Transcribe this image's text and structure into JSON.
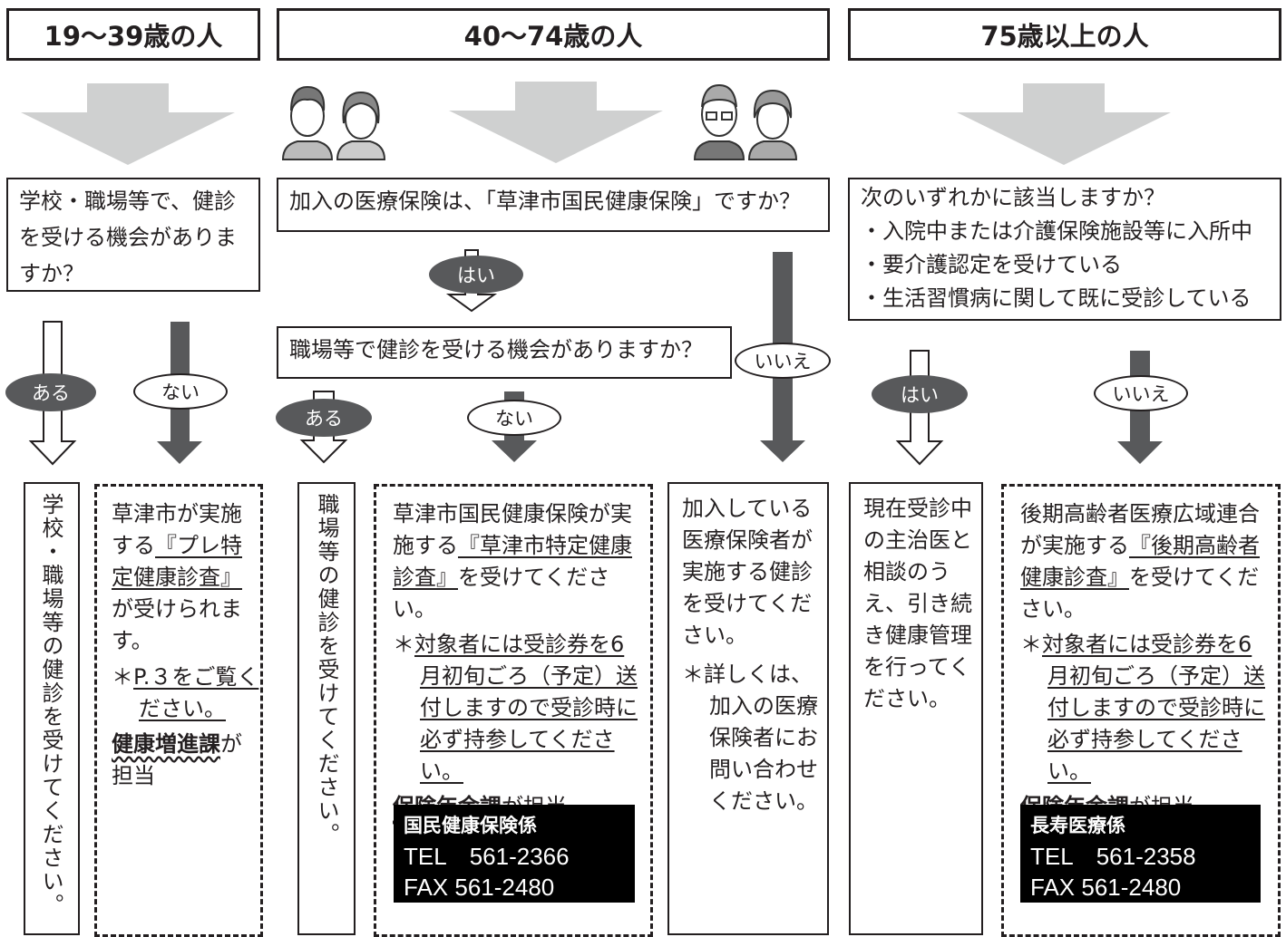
{
  "headers": {
    "young": "19〜39歳の人",
    "middle": "40〜74歳の人",
    "old": "75歳以上の人"
  },
  "questions": {
    "young": "学校・職場等で、健診を受ける機会がありますか？",
    "middle_1": "加入の医療保険は、「草津市国民健康保険」ですか？",
    "middle_2": "職場等で健診を受ける機会がありますか？",
    "old_title": "次のいずれかに該当しますか？",
    "old_items": [
      "・入院中または介護保険施設等に入所中",
      "・要介護認定を受けている",
      "・生活習慣病に関して既に受診している"
    ]
  },
  "answers": {
    "aru": "ある",
    "nai": "ない",
    "hai": "はい",
    "iie": "いいえ"
  },
  "results": {
    "school": "学校・職場等の健診を受けてください。",
    "workplace": "職場等の健診を受けてください。",
    "pre": {
      "p1": "草津市が実施する",
      "link": "『プレ特定健康診査』",
      "p2": "が受けられます。",
      "note_mark": "＊",
      "note": "P.３をご覧ください。",
      "dept": "健康増進課",
      "dept_suffix": "が担当"
    },
    "kokuho": {
      "p1": "草津市国民健康保険が実施する",
      "link": "『草津市特定健康診査』",
      "p2": "を受けてください。",
      "note_mark": "＊",
      "note": "対象者には受診券を6月初旬ごろ（予定）送付しますので受診時に必ず持参してください。",
      "dept": "保険年金課",
      "dept_suffix": "が担当",
      "contact": {
        "name": "国民健康保険係",
        "tel": "TEL　561-2366",
        "fax": "FAX 561-2480"
      }
    },
    "other_insurer": {
      "p1": "加入している医療保険者が実施する健診を受けてください。",
      "note_mark": "＊",
      "note": "詳しくは、加入の医療保険者にお問い合わせください。"
    },
    "doctor": "現在受診中の主治医と相談のうえ、引き続き健康管理を行ってください。",
    "kouki": {
      "p1": "後期高齢者医療広域連合が実施する",
      "link": "『後期高齢者健康診査』",
      "p2": "を受けてください。",
      "note_mark": "＊",
      "note": "対象者には受診券を6月初旬ごろ（予定）送付しますので受診時に必ず持参してください。",
      "dept": "保険年金課",
      "dept_suffix": "が担当",
      "contact": {
        "name": "長寿医療係",
        "tel": "TEL　561-2358",
        "fax": "FAX 561-2480"
      }
    }
  },
  "colors": {
    "dark_arrow": "#58595b",
    "light_arrow": "#cfd0d0",
    "ink": "#231f20"
  }
}
